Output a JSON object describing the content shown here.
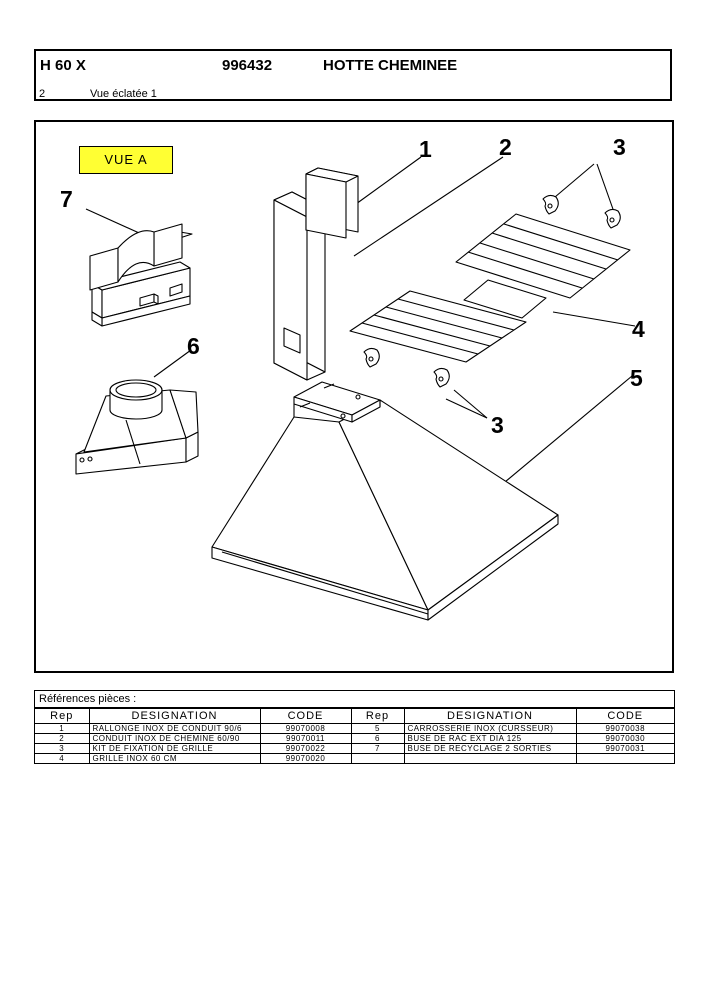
{
  "header": {
    "model": "H 60 X",
    "reference": "996432",
    "product": "HOTTE CHEMINEE",
    "view_number": "2",
    "view_label": "Vue éclatée 1"
  },
  "drawing": {
    "view_tag": "VUE A",
    "callouts": [
      "1",
      "2",
      "3",
      "7",
      "6",
      "4",
      "5",
      "3"
    ]
  },
  "parts": {
    "caption": "Références pièces  :",
    "columns": [
      "Rep",
      "DESIGNATION",
      "CODE",
      "Rep",
      "DESIGNATION",
      "CODE"
    ],
    "rows": [
      [
        "1",
        "RALLONGE INOX DE CONDUIT 90/6",
        "99070008",
        "5",
        "CARROSSERIE INOX (CURSSEUR)",
        "99070038"
      ],
      [
        "2",
        "CONDUIT INOX DE CHEMINE 60/90",
        "99070011",
        "6",
        "BUSE DE RAC EXT DIA 125",
        "99070030"
      ],
      [
        "3",
        "KIT DE FIXATION DE GRILLE",
        "99070022",
        "7",
        "BUSE DE RECYCLAGE 2 SORTIES",
        "99070031"
      ],
      [
        "4",
        "GRILLE INOX 60 CM",
        "99070020",
        "",
        "",
        ""
      ]
    ]
  },
  "colors": {
    "view_tag_background": "#ffff33",
    "line": "#000000"
  }
}
